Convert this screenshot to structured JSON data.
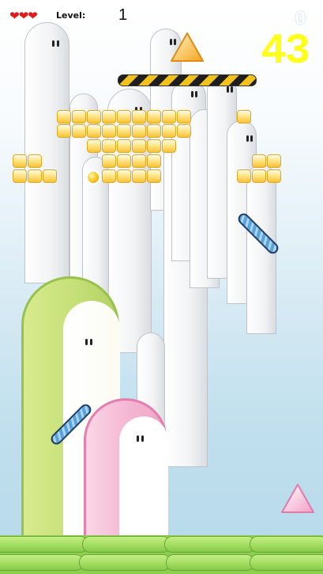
{
  "hud": {
    "hearts": "❤❤❤",
    "level_label": "Level:",
    "level_value": "1",
    "score": "0",
    "timer": "43"
  },
  "colors": {
    "sky_top": "#ffffff",
    "sky_bottom": "#b5d9ea",
    "brick": "#f9c333",
    "timer": "#ffff1a",
    "heart": "#e31818",
    "green_blob": "#c8e07a",
    "pink_blob": "#f0a5c7",
    "ground": "#a6df63",
    "paddle": "#4f93c6"
  },
  "icons": {
    "lives": "heart-icon",
    "top_triangle": "orange-triangle-icon",
    "bottom_triangle": "pink-triangle-icon",
    "ball": "ball-icon"
  }
}
